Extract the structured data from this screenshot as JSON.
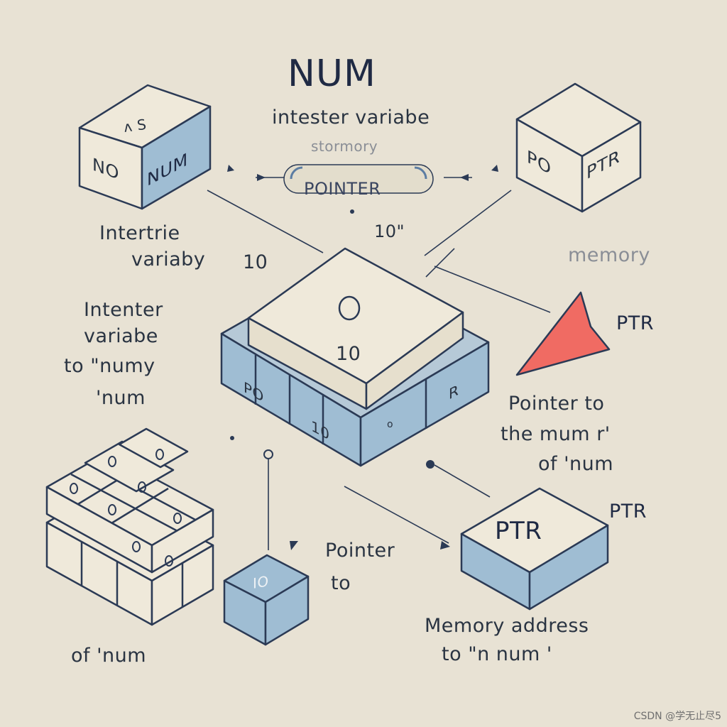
{
  "title": "NUM",
  "subtitle": "intester variabe",
  "subtitle2": "stormory",
  "pointer_pill": "POINTER",
  "ten_quote": "10\"",
  "left_cube": {
    "top": "ʌ S",
    "front": "NO",
    "side": "NUM"
  },
  "right_cube": {
    "front": "PO",
    "side": "PTR"
  },
  "left_text1": [
    "Intertrie",
    "variaby"
  ],
  "left_ten": "10",
  "left_text2": [
    "Intenter",
    "variabe",
    "to \"numy",
    "'num"
  ],
  "memory_label": "memory",
  "ptr_label_right": "PTR",
  "right_text": [
    "Pointer to",
    "the mum r'",
    "of 'num"
  ],
  "center_block": {
    "circle": "O",
    "value": "10",
    "slot1": "PO",
    "slot2": "10",
    "slot3": "o",
    "slot4": "R"
  },
  "small_block": {
    "text": "IO"
  },
  "pointer_to": [
    "Pointer",
    "to"
  ],
  "ptr_block": {
    "text": "PTR"
  },
  "ptr_label_bottom": "PTR",
  "memory_address": [
    "Memory address",
    "to \"n num '"
  ],
  "of_num_bottom": "of 'num",
  "stack_letters": "o",
  "watermark": "CSDN @学无止尽5",
  "colors": {
    "background": "#e8e2d4",
    "cube_top": "#efe9da",
    "cube_blue": "#9fbdd3",
    "ink": "#2b3a55",
    "arrow_red": "#f06b63"
  }
}
